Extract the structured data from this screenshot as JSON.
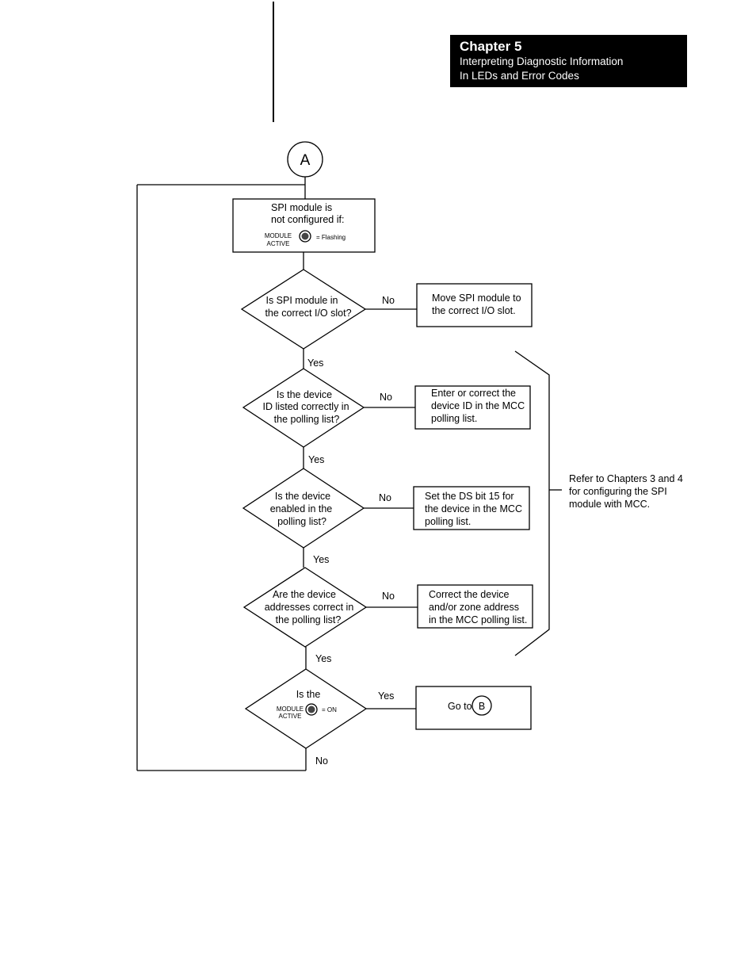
{
  "header": {
    "chapter": "Chapter 5",
    "subtitle_line1": "Interpreting Diagnostic Information",
    "subtitle_line2": "In LEDs and Error Codes"
  },
  "connectors": {
    "start": "A",
    "goto": "B"
  },
  "start_box": {
    "line1": "SPI module is",
    "line2": "not configured if:",
    "led_label1": "MODULE",
    "led_label2": "ACTIVE",
    "led_state": "= Flashing"
  },
  "decisions": [
    {
      "lines": [
        "Is SPI module in",
        "the correct I/O slot?"
      ]
    },
    {
      "lines": [
        "Is the device",
        "ID listed correctly in",
        "the polling list?"
      ]
    },
    {
      "lines": [
        "Is the device",
        "enabled in the",
        "polling list?"
      ]
    },
    {
      "lines": [
        "Are the device",
        "addresses correct in",
        "the polling list?"
      ]
    },
    {
      "line1": "Is the",
      "led_label1": "MODULE",
      "led_label2": "ACTIVE",
      "led_state": "= ON"
    }
  ],
  "actions": [
    {
      "lines": [
        "Move SPI module to",
        "the correct I/O slot."
      ]
    },
    {
      "lines": [
        "Enter or correct the",
        "device ID in the MCC",
        "polling list."
      ]
    },
    {
      "lines": [
        "Set the DS bit 15 for",
        "the device in the MCC",
        "polling list."
      ]
    },
    {
      "lines": [
        "Correct the device",
        "and/or zone address",
        "in the MCC polling list."
      ]
    },
    {
      "prefix": "Go to"
    }
  ],
  "labels": {
    "no": "No",
    "yes": "Yes"
  },
  "note": {
    "lines": [
      "Refer to Chapters 3 and 4",
      "for configuring the SPI",
      "module with MCC."
    ]
  }
}
